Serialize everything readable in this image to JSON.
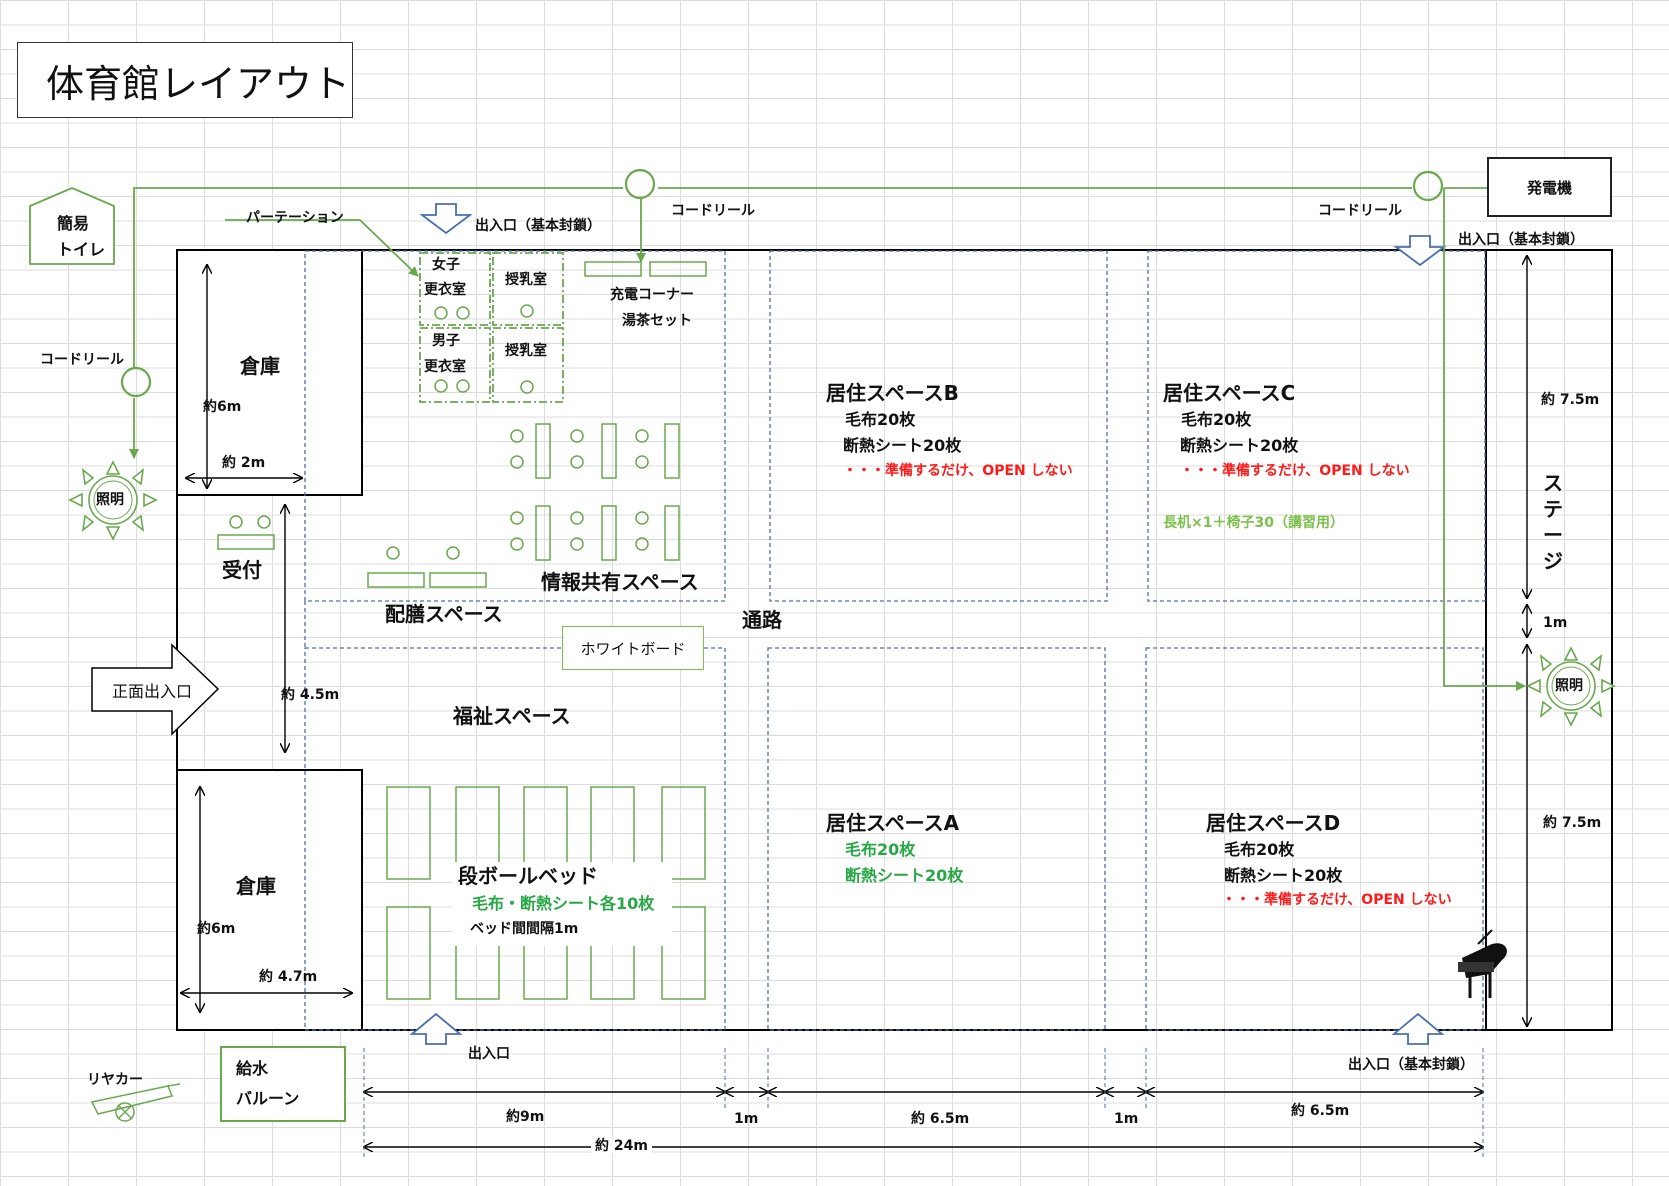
{
  "title": "体育館レイアウト",
  "rooms": {
    "storage_top": "倉庫",
    "storage_bottom": "倉庫",
    "reception": "受付",
    "serving": "配膳スペース",
    "info": "情報共有スペース",
    "welfare": "福祉スペース",
    "corridor": "通路",
    "whiteboard": "ホワイトボード",
    "stage": "ステージ",
    "front_entrance": "正面出入口",
    "charging": "充電コーナー",
    "tea": "湯茶セット",
    "women_label1": "女子",
    "women_label2": "更衣室",
    "men_label1": "男子",
    "men_label2": "更衣室",
    "nursing1": "授乳室",
    "nursing2": "授乳室"
  },
  "spaces": {
    "B": {
      "name": "居住スペースB",
      "blanket": "毛布20枚",
      "sheet": "断熱シート20枚",
      "note": "・・・準備するだけ、OPEN しない"
    },
    "C": {
      "name": "居住スペースC",
      "blanket": "毛布20枚",
      "sheet": "断熱シート20枚",
      "note": "・・・準備するだけ、OPEN しない",
      "extra": "長机×1＋椅子30（講習用）"
    },
    "A": {
      "name": "居住スペースA",
      "blanket": "毛布20枚",
      "sheet": "断熱シート20枚"
    },
    "D": {
      "name": "居住スペースD",
      "blanket": "毛布20枚",
      "sheet": "断熱シート20枚",
      "note": "・・・準備するだけ、OPEN しない"
    }
  },
  "cardboard": {
    "label": "段ボールベッド",
    "supplies": "毛布・断熱シート各10枚",
    "interval": "ベッド間間隔1m"
  },
  "external": {
    "toilet1": "簡易",
    "toilet2": "トイレ",
    "partition": "パーテーション",
    "cord_reel_left": "コードリール",
    "cord_reel_top": "コードリール",
    "cord_reel_right": "コードリール",
    "lighting_left": "照明",
    "lighting_right": "照明",
    "generator": "発電機",
    "cart": "リヤカー",
    "water1": "給水",
    "water2": "バルーン"
  },
  "entrances": {
    "top_center": "出入口（基本封鎖）",
    "top_right": "出入口（基本封鎖）",
    "bottom_left": "出入口",
    "bottom_right": "出入口（基本封鎖）"
  },
  "dimensions": {
    "storage_top_height": "約6m",
    "storage_top_width": "約 2m",
    "reception_height": "約 4.5m",
    "storage_bottom_height": "約6m",
    "storage_bottom_width": "約 4.7m",
    "stage_top": "約 7.5m",
    "stage_gap": "1m",
    "stage_bottom": "約 7.5m",
    "width_9m": "約9m",
    "width_1m_a": "1m",
    "width_6_5m_a": "約 6.5m",
    "width_1m_b": "1m",
    "width_6_5m_b": "約 6.5m",
    "total": "約 24m"
  },
  "colors": {
    "cord": "#6aa84f",
    "zone_border": "#4a6fb0",
    "note_red": "#ff1a1a",
    "note_green": "#27a745",
    "arrow_blue": "#4a6fb0"
  }
}
